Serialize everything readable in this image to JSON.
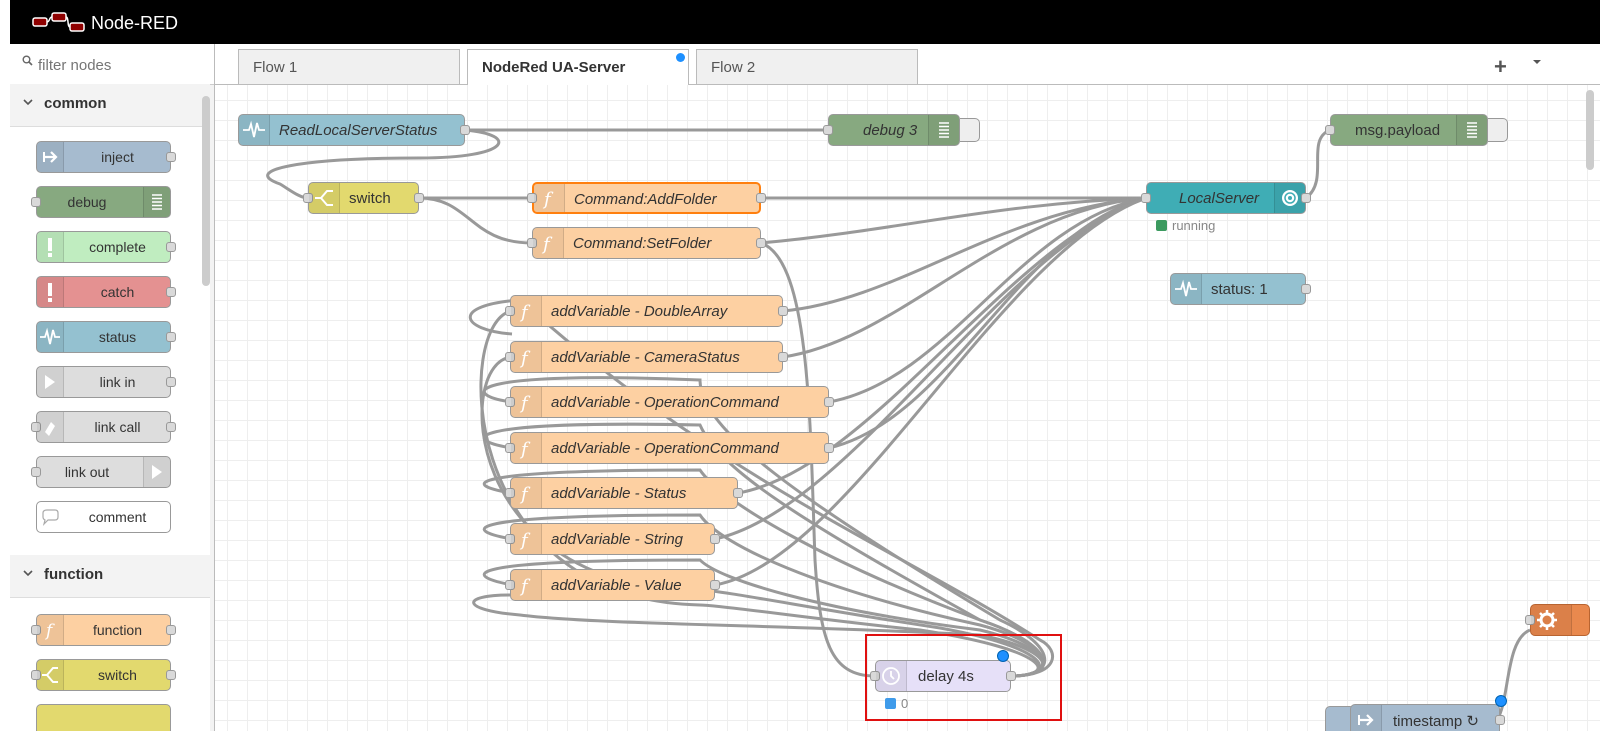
{
  "app": {
    "title": "Node-RED"
  },
  "palette": {
    "filter_placeholder": "filter nodes",
    "categories": [
      {
        "name": "common",
        "nodes": [
          "inject",
          "debug",
          "complete",
          "catch",
          "status",
          "link in",
          "link call",
          "link out",
          "comment"
        ]
      },
      {
        "name": "function",
        "nodes": [
          "function",
          "switch"
        ]
      }
    ]
  },
  "tabs": [
    {
      "label": "Flow 1",
      "active": false
    },
    {
      "label": "NodeRed UA-Server",
      "active": true,
      "changed": true
    },
    {
      "label": "Flow 2",
      "active": false
    }
  ],
  "tab_actions": {
    "add": "+"
  },
  "flow": {
    "nodes": {
      "read_local_server_status": "ReadLocalServerStatus",
      "debug3": "debug 3",
      "msg_payload": "msg.payload",
      "switch": "switch",
      "cmd_add_folder": "Command:AddFolder",
      "cmd_set_folder": "Command:SetFolder",
      "local_server": "LocalServer",
      "local_server_status": "running",
      "status1": "status: 1",
      "add_var_double_array": "addVariable - DoubleArray",
      "add_var_camera_status": "addVariable - CameraStatus",
      "add_var_operation_command_1": "addVariable - OperationCommand",
      "add_var_operation_command_2": "addVariable - OperationCommand",
      "add_var_status": "addVariable - Status",
      "add_var_string": "addVariable - String",
      "add_var_value": "addVariable - Value",
      "delay": "delay 4s",
      "delay_status": "0",
      "timestamp": "timestamp ↻"
    }
  },
  "colors": {
    "inject": "#a6bbcf",
    "debug": "#87a980",
    "complete": "#c0edc0",
    "catch": "#e49191",
    "status": "#94c1d0",
    "link": "#dddddd",
    "function": "#fdd0a2",
    "switch": "#e2d96e",
    "opcua_server": "#3fadb5",
    "delay": "#e6e0f8",
    "selected_outline": "#ff7f0e",
    "highlight_box": "#e01010",
    "changed_dot": "#1e90ff",
    "running_status": "#3c9a5f"
  }
}
